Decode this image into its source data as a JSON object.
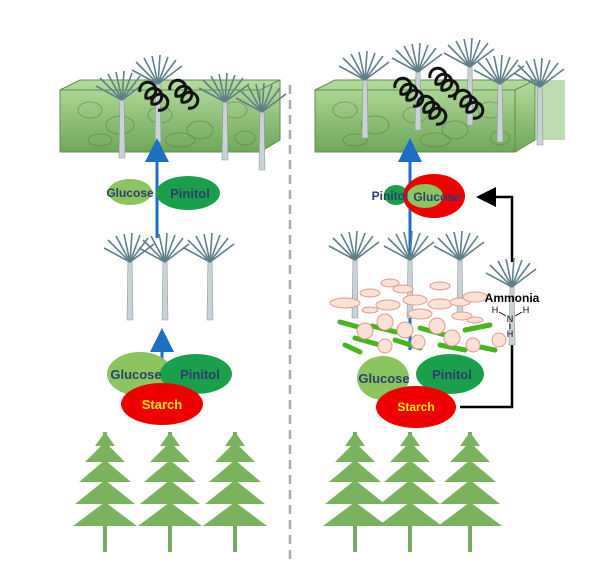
{
  "left": {
    "top_glucose": "Glucose",
    "top_pinitol": "Pinitol",
    "bottom_glucose": "Glucose",
    "bottom_pinitol": "Pinitol",
    "starch": "Starch"
  },
  "right": {
    "top_pinitol": "Pinitol",
    "top_glucose": "Glucose",
    "bottom_glucose": "Glucose",
    "bottom_pinitol": "Pinitol",
    "starch": "Starch",
    "ammonia": "Ammonia",
    "h": "H",
    "n": "N"
  },
  "colors": {
    "light_green": "#8cc460",
    "dark_green": "#1aa04a",
    "red": "#ee0000",
    "blue_arrow": "#1e6fc4",
    "label_blue": "#2a3f6e",
    "starch_text": "#ffe600",
    "leaf": "#8fc47a"
  }
}
